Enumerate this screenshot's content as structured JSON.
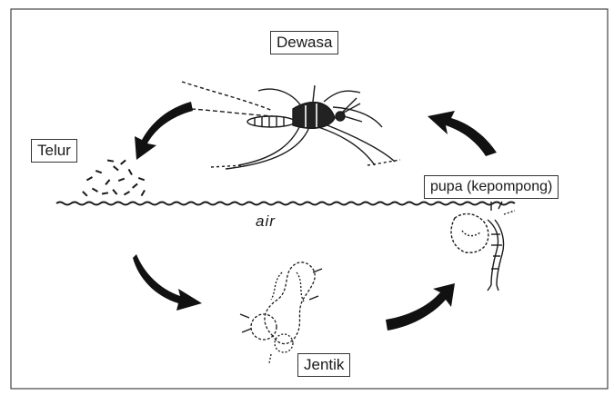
{
  "diagram": {
    "labels": {
      "adult": "Dewasa",
      "egg": "Telur",
      "pupa": "pupa (kepompong)",
      "larva": "Jentik",
      "water": "air"
    },
    "colors": {
      "ink": "#1a1a1a",
      "background": "#ffffff",
      "frame": "#444444"
    },
    "icons": {
      "adult": "mosquito-icon",
      "egg": "eggs-icon",
      "larva": "larva-icon",
      "pupa": "pupa-icon"
    }
  }
}
